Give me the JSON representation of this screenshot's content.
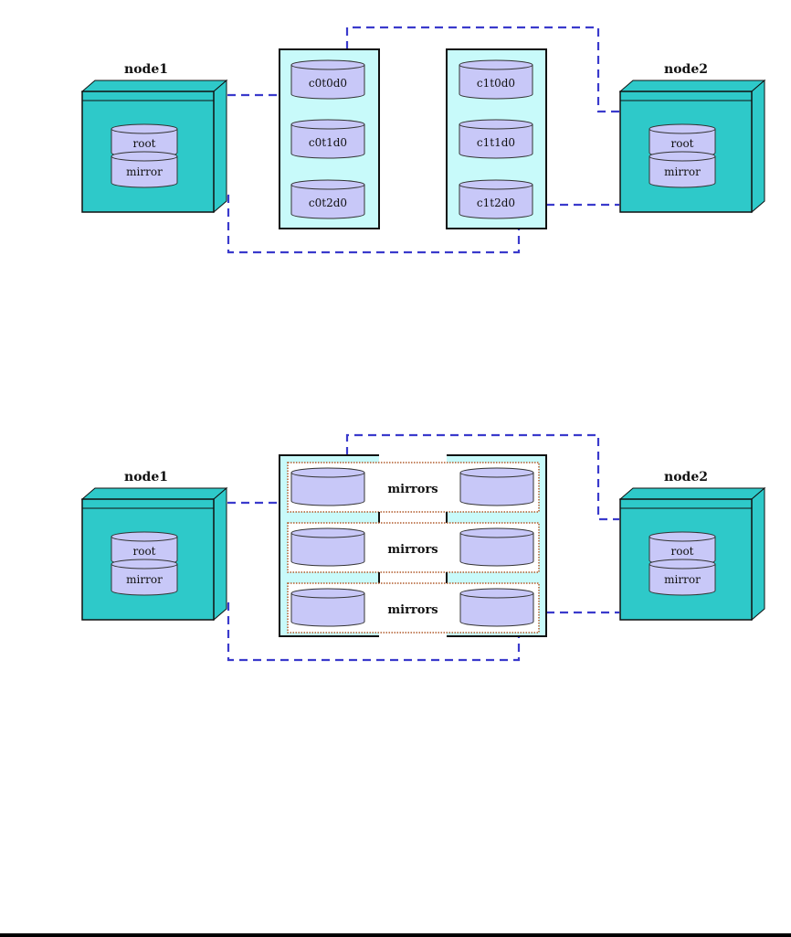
{
  "colors": {
    "node_face": "#2ec9c9",
    "node_outline": "#111111",
    "array_fill": "#c8fafa",
    "disk_fill": "#c8c8f8",
    "disk_outline": "#333333",
    "link": "#3a3acc",
    "mirror_group_border": "#b05a2a"
  },
  "top_diagram": {
    "node1": {
      "label": "node1",
      "disks": [
        "root",
        "mirror"
      ]
    },
    "node2": {
      "label": "node2",
      "disks": [
        "root",
        "mirror"
      ]
    },
    "array0": {
      "disks": [
        "c0t0d0",
        "c0t1d0",
        "c0t2d0"
      ]
    },
    "array1": {
      "disks": [
        "c1t0d0",
        "c1t1d0",
        "c1t2d0"
      ]
    }
  },
  "bottom_diagram": {
    "node1": {
      "label": "node1",
      "disks": [
        "root",
        "mirror"
      ]
    },
    "node2": {
      "label": "node2",
      "disks": [
        "root",
        "mirror"
      ]
    },
    "mirror_groups": [
      {
        "label": "mirrors"
      },
      {
        "label": "mirrors"
      },
      {
        "label": "mirrors"
      }
    ]
  }
}
